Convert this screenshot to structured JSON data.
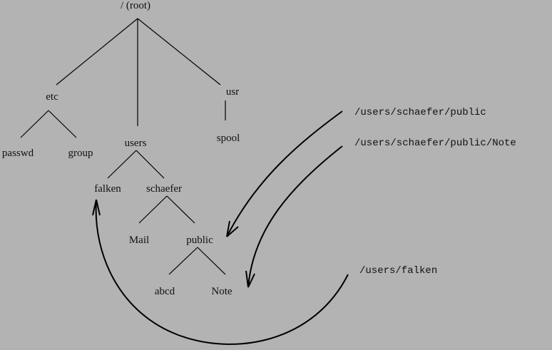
{
  "diagram": {
    "background": "#b3b3b3",
    "tree": {
      "root": "/ (root)",
      "etc": "etc",
      "passwd": "passwd",
      "group": "group",
      "users": "users",
      "usr": "usr",
      "spool": "spool",
      "falken": "falken",
      "schaefer": "schaefer",
      "mail": "Mail",
      "public": "public",
      "abcd": "abcd",
      "note": "Note"
    },
    "paths": [
      {
        "label": "/users/schaefer/public",
        "target": "public"
      },
      {
        "label": "/users/schaefer/public/Note",
        "target": "Note"
      },
      {
        "label": "/users/falken",
        "target": "falken"
      }
    ]
  }
}
